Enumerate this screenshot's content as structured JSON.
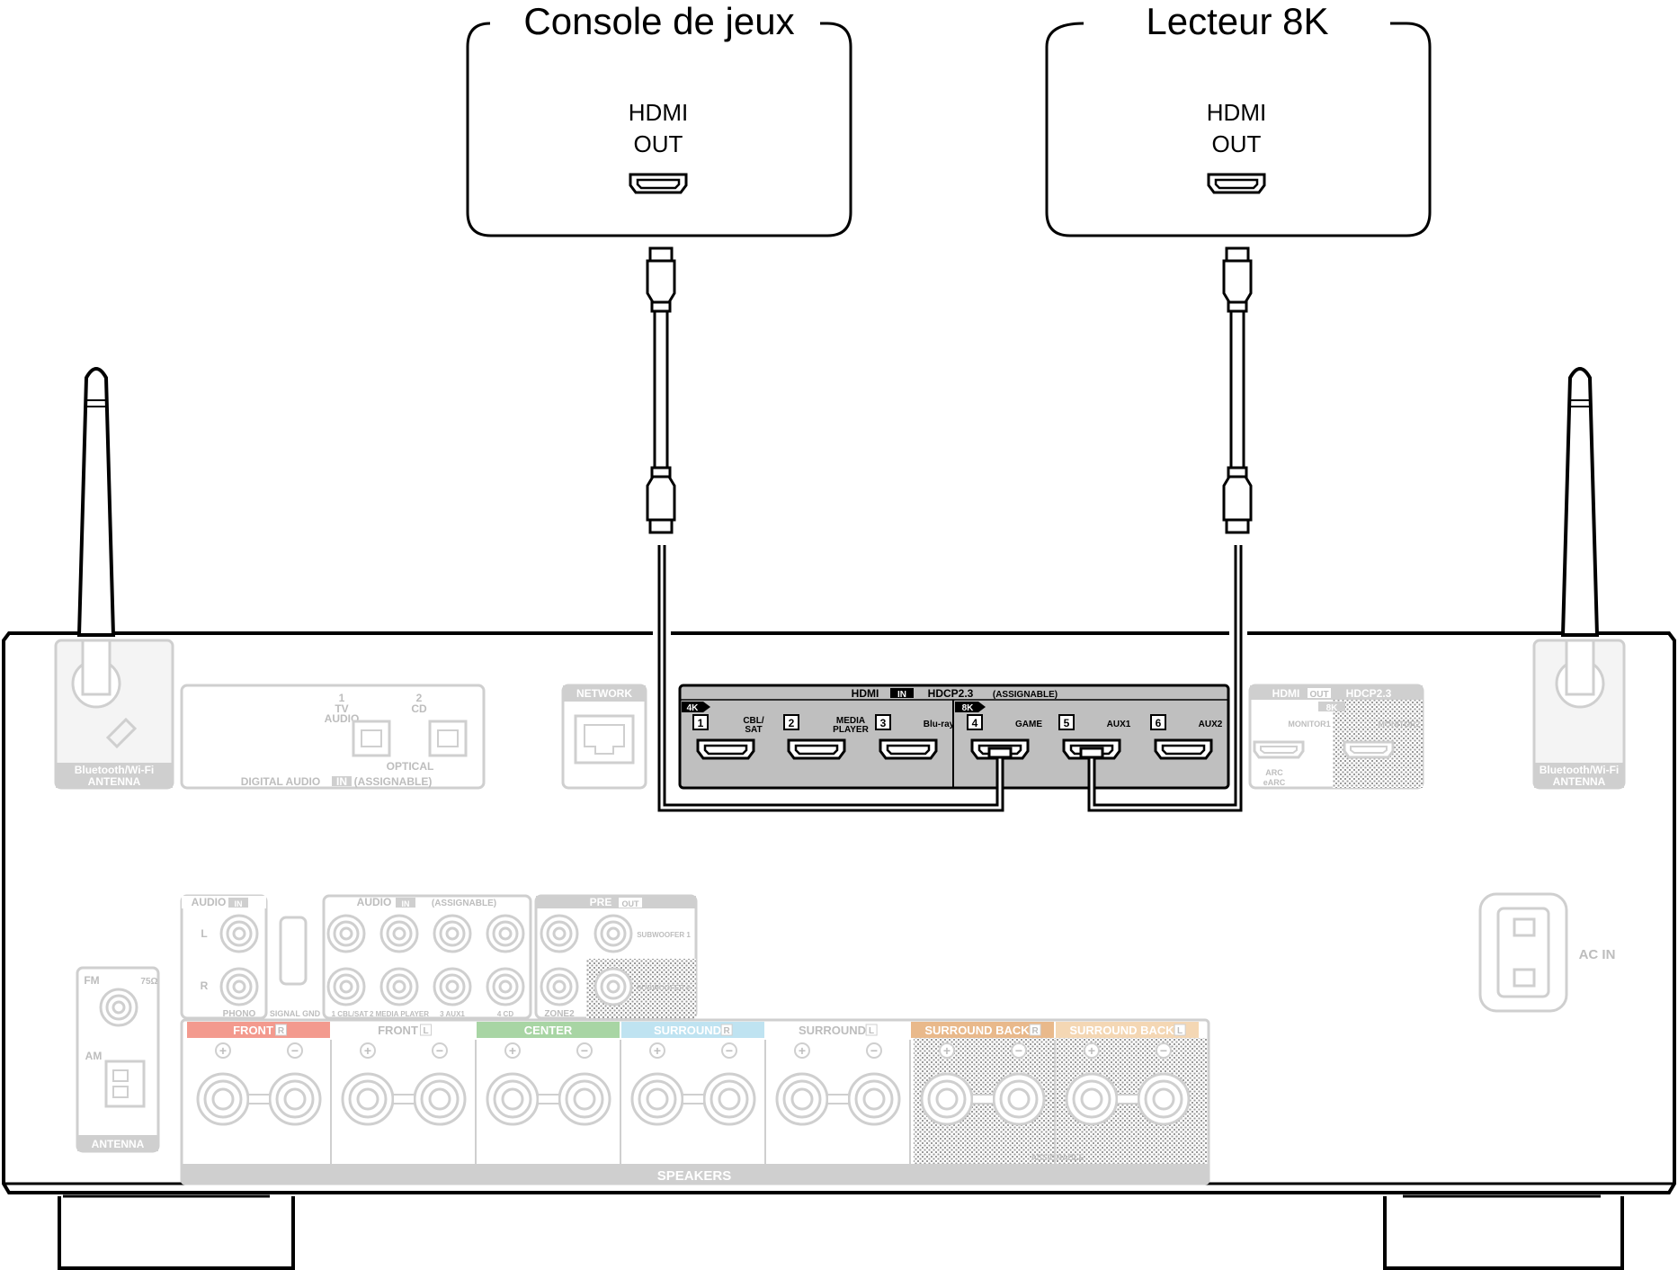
{
  "devices": [
    {
      "id": "console",
      "title": "Console de jeux",
      "port_line1": "HDMI",
      "port_line2": "OUT"
    },
    {
      "id": "player8k",
      "title": "Lecteur 8K",
      "port_line1": "HDMI",
      "port_line2": "OUT"
    }
  ],
  "receiver": {
    "hdmi_in": {
      "header": "HDMI",
      "in_badge": "IN",
      "hdcp": "HDCP2.3",
      "assignable": "(ASSIGNABLE)",
      "badge_4k": "4K",
      "badge_8k": "8K",
      "ports": [
        {
          "num": "1",
          "label1": "CBL/",
          "label2": "SAT"
        },
        {
          "num": "2",
          "label1": "MEDIA",
          "label2": "PLAYER"
        },
        {
          "num": "3",
          "label1": "Blu-ray",
          "label2": ""
        },
        {
          "num": "4",
          "label1": "GAME",
          "label2": ""
        },
        {
          "num": "5",
          "label1": "AUX1",
          "label2": ""
        },
        {
          "num": "6",
          "label1": "AUX2",
          "label2": ""
        }
      ]
    },
    "hdmi_out": {
      "header": "HDMI",
      "out_badge": "OUT",
      "hdcp": "HDCP2.3",
      "badge_8k": "8K",
      "monitor1": "MONITOR1",
      "monitor2": "MONITOR2",
      "arc1": "ARC",
      "arc2": "eARC"
    },
    "antenna_left": {
      "line1": "Bluetooth/Wi-Fi",
      "line2": "ANTENNA"
    },
    "antenna_right": {
      "line1": "Bluetooth/Wi-Fi",
      "line2": "ANTENNA"
    },
    "digital_audio": {
      "tv_num": "1",
      "tv_l1": "TV",
      "tv_l2": "AUDIO",
      "cd_num": "2",
      "cd_l1": "CD",
      "optical": "OPTICAL",
      "footer": "DIGITAL AUDIO",
      "in_badge": "IN",
      "assignable": "(ASSIGNABLE)"
    },
    "network": "NETWORK",
    "antenna_block": {
      "fm": "FM",
      "ohm": "75Ω",
      "am": "AM",
      "label": "ANTENNA"
    },
    "audio_in": {
      "header": "AUDIO",
      "in_badge": "IN",
      "l": "L",
      "r": "R",
      "phono": "PHONO",
      "signal_gnd": "SIGNAL GND"
    },
    "audio_in_assignable": {
      "header": "AUDIO",
      "in_badge": "IN",
      "assignable": "(ASSIGNABLE)",
      "labels": [
        "1 CBL/SAT",
        "2 MEDIA PLAYER",
        "3 AUX1",
        "4 CD"
      ]
    },
    "pre_out": {
      "header": "PRE",
      "out_badge": "OUT",
      "sub1": "SUBWOOFER 1",
      "sub2": "SUBWOOFER 2",
      "zone2": "ZONE2"
    },
    "speakers": {
      "footer": "SPEAKERS",
      "assignable": "ASSIGNABLE",
      "groups": [
        {
          "label": "FRONT",
          "side": "R",
          "color": "#f39a8e"
        },
        {
          "label": "FRONT",
          "side": "L",
          "color": "#ffffff"
        },
        {
          "label": "CENTER",
          "side": "",
          "color": "#a8d5a4"
        },
        {
          "label": "SURROUND",
          "side": "R",
          "color": "#bfe3f1"
        },
        {
          "label": "SURROUND",
          "side": "L",
          "color": "#ffffff"
        },
        {
          "label": "SURROUND BACK",
          "side": "R",
          "color": "#e9b98b"
        },
        {
          "label": "SURROUND BACK",
          "side": "L",
          "color": "#f4d7b4"
        }
      ]
    },
    "ac_in": "AC IN"
  },
  "colors": {
    "line": "#000000",
    "panel_grey": "#bfbfbf",
    "faded": "#cfcfcf",
    "faded_fill": "#efefef"
  }
}
